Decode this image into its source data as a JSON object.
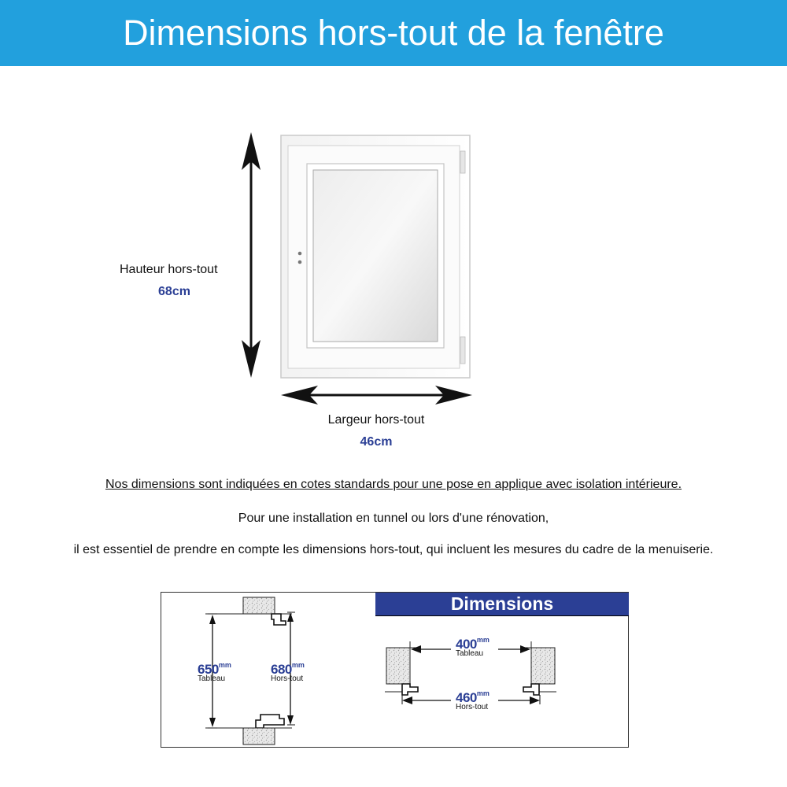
{
  "header": {
    "title": "Dimensions hors-tout de la fenêtre"
  },
  "window_figure": {
    "height_label": "Hauteur hors-tout",
    "height_value": "68cm",
    "width_label": "Largeur hors-tout",
    "width_value": "46cm"
  },
  "notes": {
    "line1": "Nos dimensions sont indiquées en cotes standards pour une pose en applique avec isolation intérieure.",
    "line2": "Pour une installation en tunnel ou lors d'une rénovation,",
    "line3": "il est essentiel de prendre en compte les dimensions hors-tout, qui incluent les mesures du cadre de la menuiserie."
  },
  "dimensions_panel": {
    "title": "Dimensions",
    "vertical": {
      "tableau_value": "650",
      "tableau_unit": "mm",
      "tableau_label": "Tableau",
      "hors_tout_value": "680",
      "hors_tout_unit": "mm",
      "hors_tout_label": "Hors-tout"
    },
    "horizontal": {
      "tableau_value": "400",
      "tableau_unit": "mm",
      "tableau_label": "Tableau",
      "hors_tout_value": "460",
      "hors_tout_unit": "mm",
      "hors_tout_label": "Hors-tout"
    }
  },
  "colors": {
    "banner": "#22a0dd",
    "value_blue": "#2b3f95",
    "panel_bar": "#2b3f95"
  }
}
